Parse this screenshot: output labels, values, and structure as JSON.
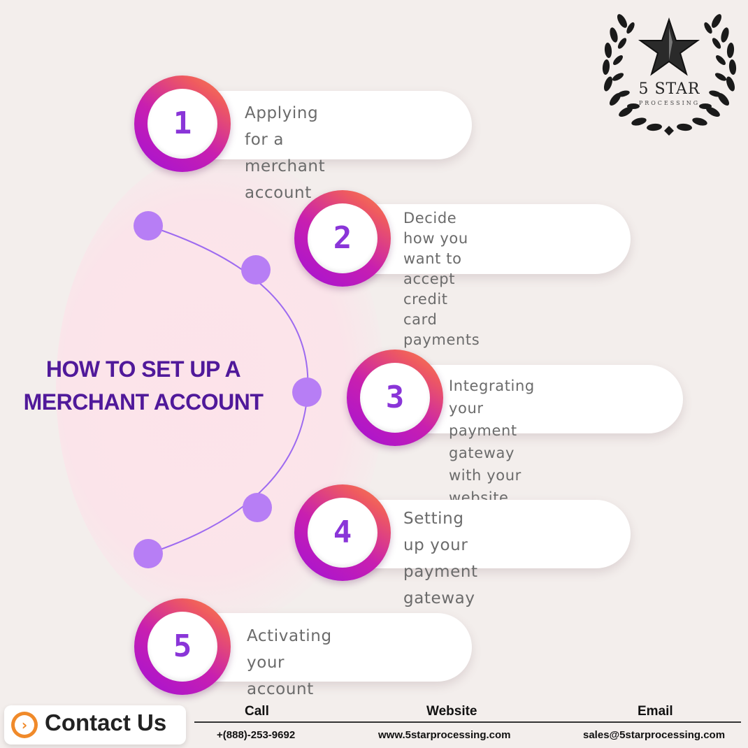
{
  "headline": {
    "line1": "HOW TO SET UP A",
    "line2": "MERCHANT ACCOUNT"
  },
  "steps": [
    {
      "number": "1",
      "line1": "Applying for a",
      "line2": "merchant account",
      "line3": ""
    },
    {
      "number": "2",
      "line1": "Decide how you want to",
      "line2": "accept credit card",
      "line3": "payments"
    },
    {
      "number": "3",
      "line1": "Integrating your payment",
      "line2": "gateway with your website",
      "line3": ""
    },
    {
      "number": "4",
      "line1": "Setting up your",
      "line2": "payment gateway",
      "line3": ""
    },
    {
      "number": "5",
      "line1": "Activating your",
      "line2": "account",
      "line3": ""
    }
  ],
  "logo": {
    "name": "5 STAR",
    "tagline": "PROCESSING",
    "icon": "star-laurel-icon"
  },
  "footer": {
    "contact_label": "Contact Us",
    "contact_icon": "chevron-right-icon",
    "call_heading": "Call",
    "call_value": "+(888)-253-9692",
    "website_heading": "Website",
    "website_value": "www.5starprocessing.com",
    "email_heading": "Email",
    "email_value": "sales@5starprocessing.com"
  },
  "colors": {
    "background": "#f3eeec",
    "headline": "#50199a",
    "accent_purple": "#a312d6",
    "accent_orange": "#f9874a",
    "dot": "#b77ef5",
    "number": "#8a35d8"
  }
}
